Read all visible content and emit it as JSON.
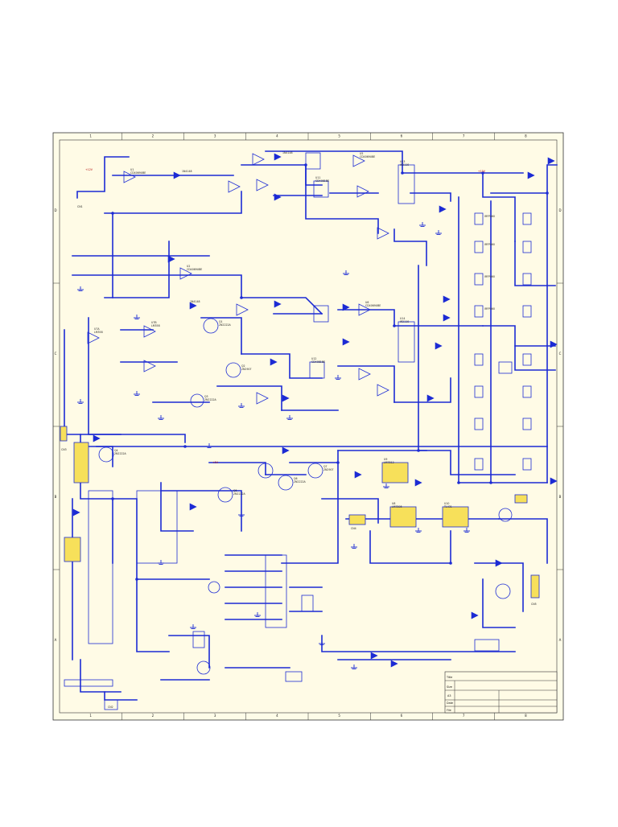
{
  "sheet": {
    "columns": [
      "1",
      "2",
      "3",
      "4",
      "5",
      "6",
      "7",
      "8"
    ],
    "rows": [
      "D",
      "C",
      "B",
      "A"
    ]
  },
  "rails": {
    "v15": "+15V",
    "v12": "+12V",
    "v5": "+5V"
  },
  "ics": [
    {
      "ref": "U1",
      "part": "CD4069UBE"
    },
    {
      "ref": "U2",
      "part": "CD4069UBE"
    },
    {
      "ref": "U5",
      "part": "CD4069UBE"
    },
    {
      "ref": "U6",
      "part": "CD4069UBE"
    },
    {
      "ref": "U11",
      "part": "CD4081BE"
    },
    {
      "ref": "U12",
      "part": "CD4081BE"
    },
    {
      "ref": "U13",
      "part": "IR2110"
    },
    {
      "ref": "U14",
      "part": "IR2110"
    },
    {
      "ref": "U7A",
      "part": "LM358"
    },
    {
      "ref": "U7B",
      "part": "LM358"
    },
    {
      "ref": "U8",
      "part": "LM7805"
    },
    {
      "ref": "U9",
      "part": "LM7812"
    },
    {
      "ref": "U10",
      "part": "TL431"
    }
  ],
  "transistors": [
    {
      "ref": "Q1",
      "part": "2N2222A"
    },
    {
      "ref": "Q2",
      "part": "2N2907"
    },
    {
      "ref": "Q3",
      "part": "2N2222A"
    },
    {
      "ref": "Q4",
      "part": "2N2222A"
    },
    {
      "ref": "Q5",
      "part": "2N2222A"
    },
    {
      "ref": "Q6",
      "part": "2N2222A"
    },
    {
      "ref": "Q7",
      "part": "2N2907"
    }
  ],
  "mosfet_part": "IRFP460",
  "diode_part": "1N4148",
  "connectors": [
    "CN1",
    "CN2",
    "CN3",
    "CN4",
    "CN5"
  ],
  "title_block": {
    "size": "A3",
    "rows": [
      "Title",
      "Size",
      "Date",
      "File"
    ]
  }
}
